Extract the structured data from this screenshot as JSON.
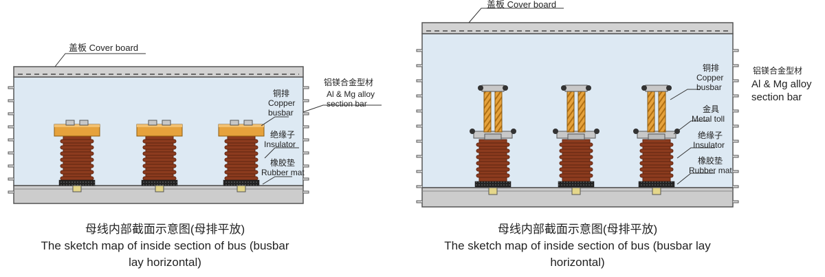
{
  "colors": {
    "interior": "#dde9f3",
    "cover": "#d2d2d2",
    "base": "#cccccc",
    "frame": "#555555",
    "insulator": "#8c3b1e",
    "insulator_dark": "#5e2410",
    "busbar": "#e6a23c",
    "busbar_stripe": "#b06f12",
    "rubber": "#222222",
    "metal": "#c8c8c8"
  },
  "left": {
    "cover_board": "盖板 Cover board",
    "alloy_cn": "铝镁合金型材",
    "alloy_en_1": "Al & Mg alloy",
    "alloy_en_2": "section bar",
    "copper_cn": "铜排",
    "copper_en_1": "Copper",
    "copper_en_2": "busbar",
    "insulator_cn": "绝缘子",
    "insulator_en": "Insulator",
    "rubber_cn": "橡胶垫",
    "rubber_en": "Rubber mat",
    "caption_cn": "母线内部截面示意图(母排平放)",
    "caption_en_1": "The sketch map of inside section of bus (busbar",
    "caption_en_2": "lay horizontal)"
  },
  "right": {
    "cover_board": "盖板 Cover board",
    "alloy_cn": "铝镁合金型材",
    "alloy_en_1": "Al & Mg alloy",
    "alloy_en_2": "section bar",
    "copper_cn": "铜排",
    "copper_en_1": "Copper",
    "copper_en_2": "busbar",
    "metal_cn": "金具",
    "metal_en": "Metal toll",
    "insulator_cn": "绝缘子",
    "insulator_en": "Insulator",
    "rubber_cn": "橡胶垫",
    "rubber_en": "Rubber mat",
    "caption_cn": "母线内部截面示意图(母排平放)",
    "caption_en_1": "The sketch map of inside section of bus (busbar lay",
    "caption_en_2": "horizontal)"
  }
}
